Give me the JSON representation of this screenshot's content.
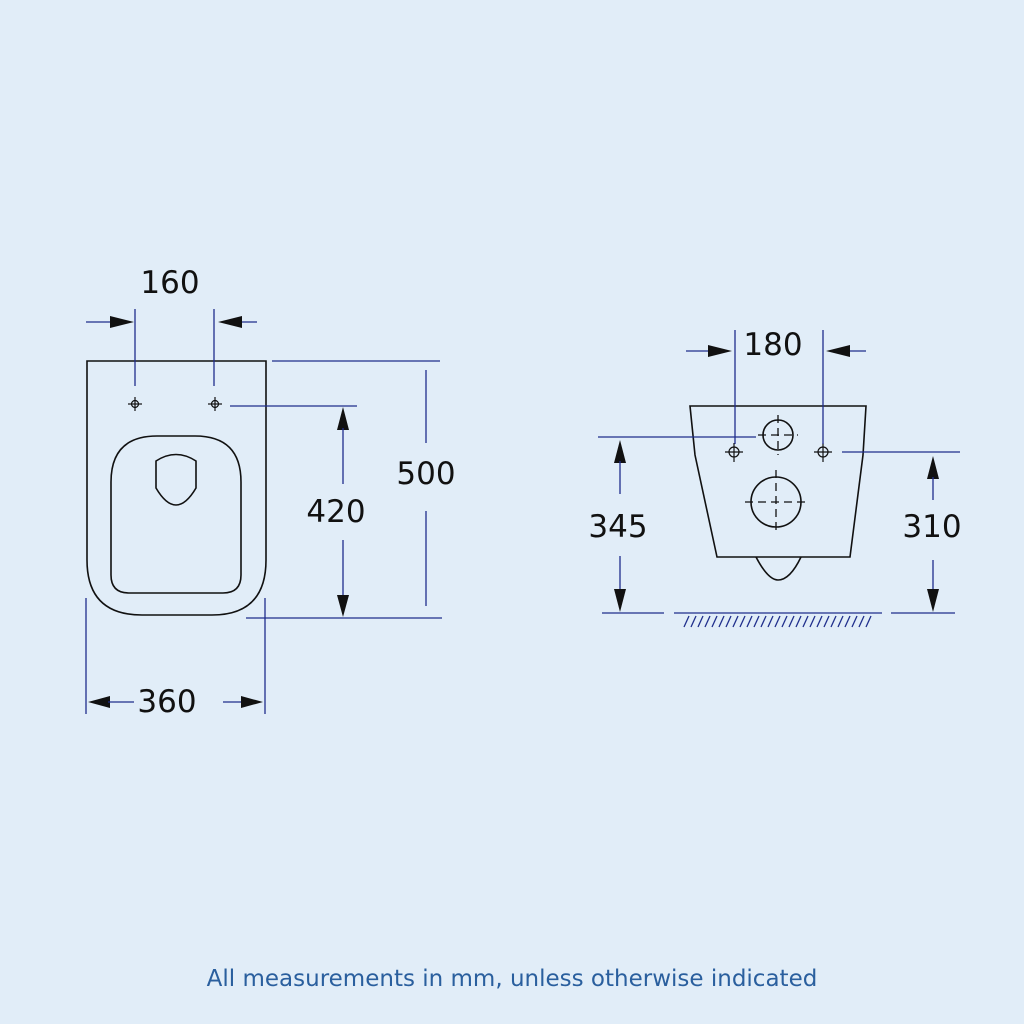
{
  "dimensions": {
    "top_view": {
      "hole_spacing": "160",
      "overall_length": "500",
      "hole_to_front": "420",
      "width": "360"
    },
    "side_view": {
      "fixing_spacing": "180",
      "waste_height": "345",
      "fixing_height": "310"
    }
  },
  "footnote": "All measurements in mm, unless otherwise indicated",
  "colors": {
    "background": "#e1edf8",
    "outline": "#111111",
    "dimension_lines": "#1f2e8c",
    "footnote": "#2a5f9e"
  }
}
